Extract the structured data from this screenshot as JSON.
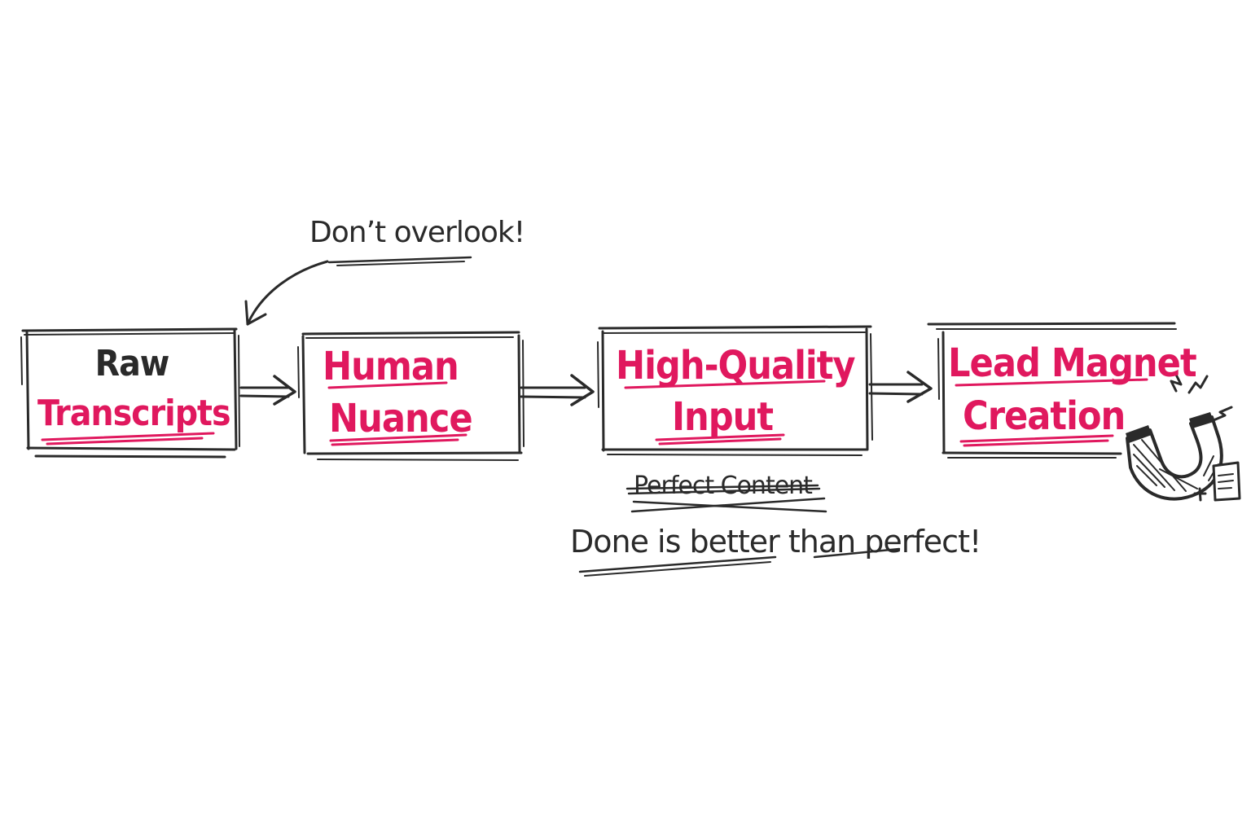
{
  "diagram": {
    "boxes": [
      {
        "line1": "Raw",
        "line2": "Transcripts"
      },
      {
        "line1": "Human",
        "line2": "Nuance"
      },
      {
        "line1": "High-Quality",
        "line2": "Input"
      },
      {
        "line1": "Lead Magnet",
        "line2": "Creation"
      }
    ],
    "annotations": {
      "callout": "Don’t overlook!",
      "crossed_out": "Perfect Content",
      "motto": "Done is better than perfect!"
    },
    "icons": [
      "magnet-icon",
      "document-icon",
      "plus-icon"
    ],
    "colors": {
      "ink": "#2a2a2a",
      "accent": "#e0185e"
    }
  }
}
